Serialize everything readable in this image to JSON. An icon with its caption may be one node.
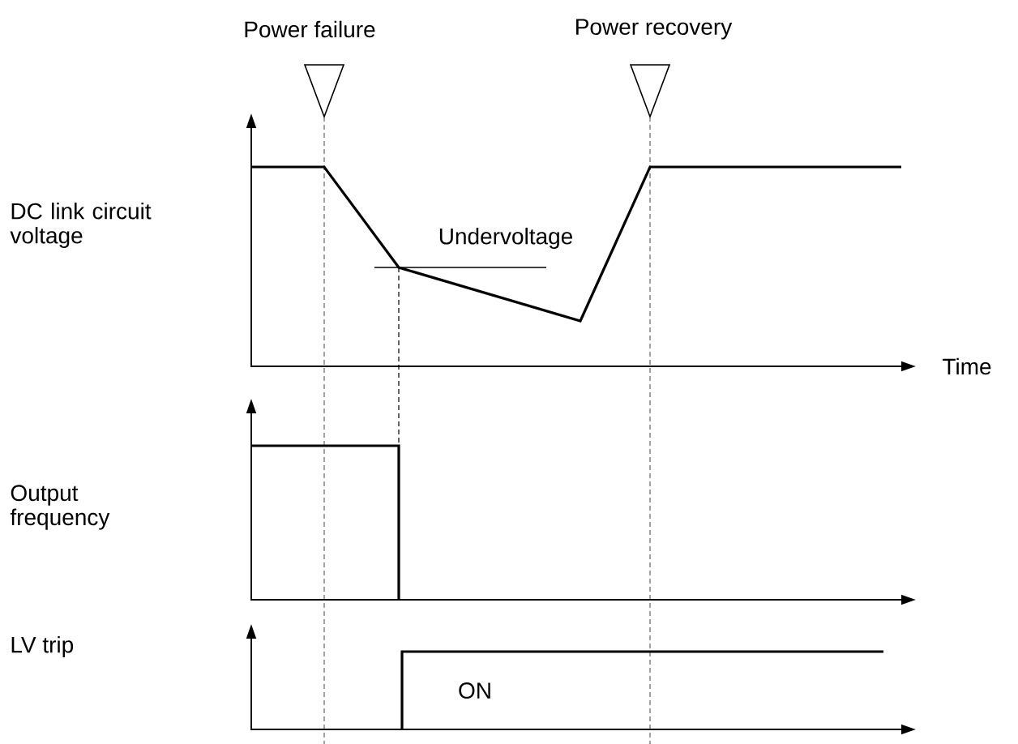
{
  "diagram": {
    "labels": [
      "Power failure",
      "Power recovery",
      "DC link circuit voltage",
      "Undervoltage",
      "Time",
      "Output frequency",
      "LV trip",
      "ON"
    ]
  }
}
